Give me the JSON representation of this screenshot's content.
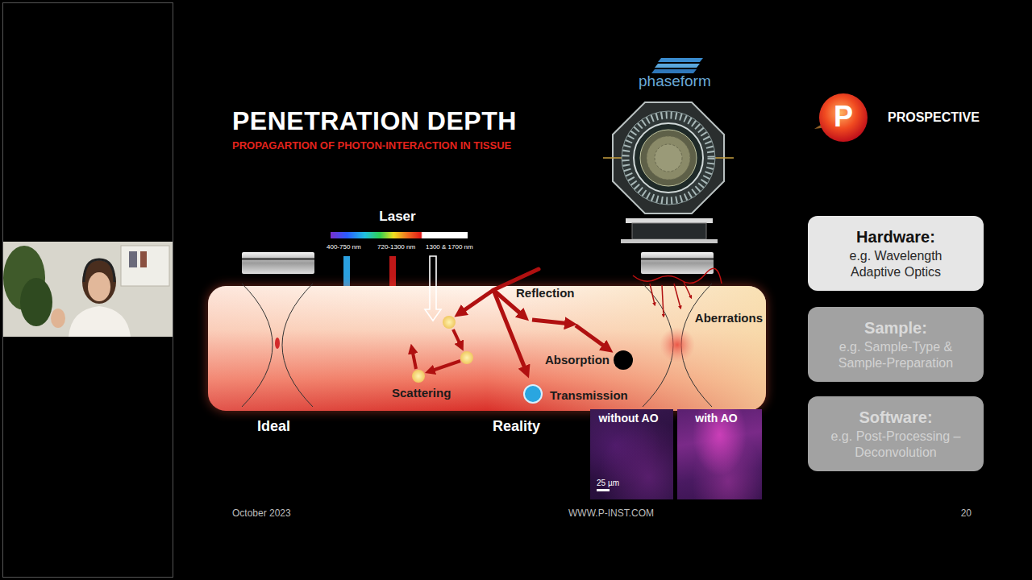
{
  "diagram": {
    "title": "PENETRATION DEPTH",
    "nodes": [
      {
        "text": [
          "Hardware:",
          "e.g. Wavelength Adaptive Optics"
        ]
      },
      {
        "text": [
          "Reflection",
          "Aberrations",
          "Absorption",
          "Scattering",
          "Transmission"
        ]
      },
      {
        "text": [
          "Sample:",
          "e.g. Sample-Type & Sample-Preparation"
        ]
      },
      {
        "text": [
          "Software:",
          "e.g. Post-Processing – Deconvolution"
        ]
      },
      {
        "text": [
          "without AO",
          "25 µm"
        ]
      },
      {
        "text": [
          "with AO"
        ]
      }
    ],
    "labels": [
      "PROPAGARTION OF PHOTON-INTERACTION IN TISSUE",
      "Laser",
      "400-750 nm",
      "720-1300 nm",
      "1300 & 1700 nm",
      "Ideal",
      "Reality",
      "phaseform",
      "P",
      "PROSPECTIVE",
      "October 2023",
      "WWW.P-INST.COM",
      "20"
    ]
  }
}
